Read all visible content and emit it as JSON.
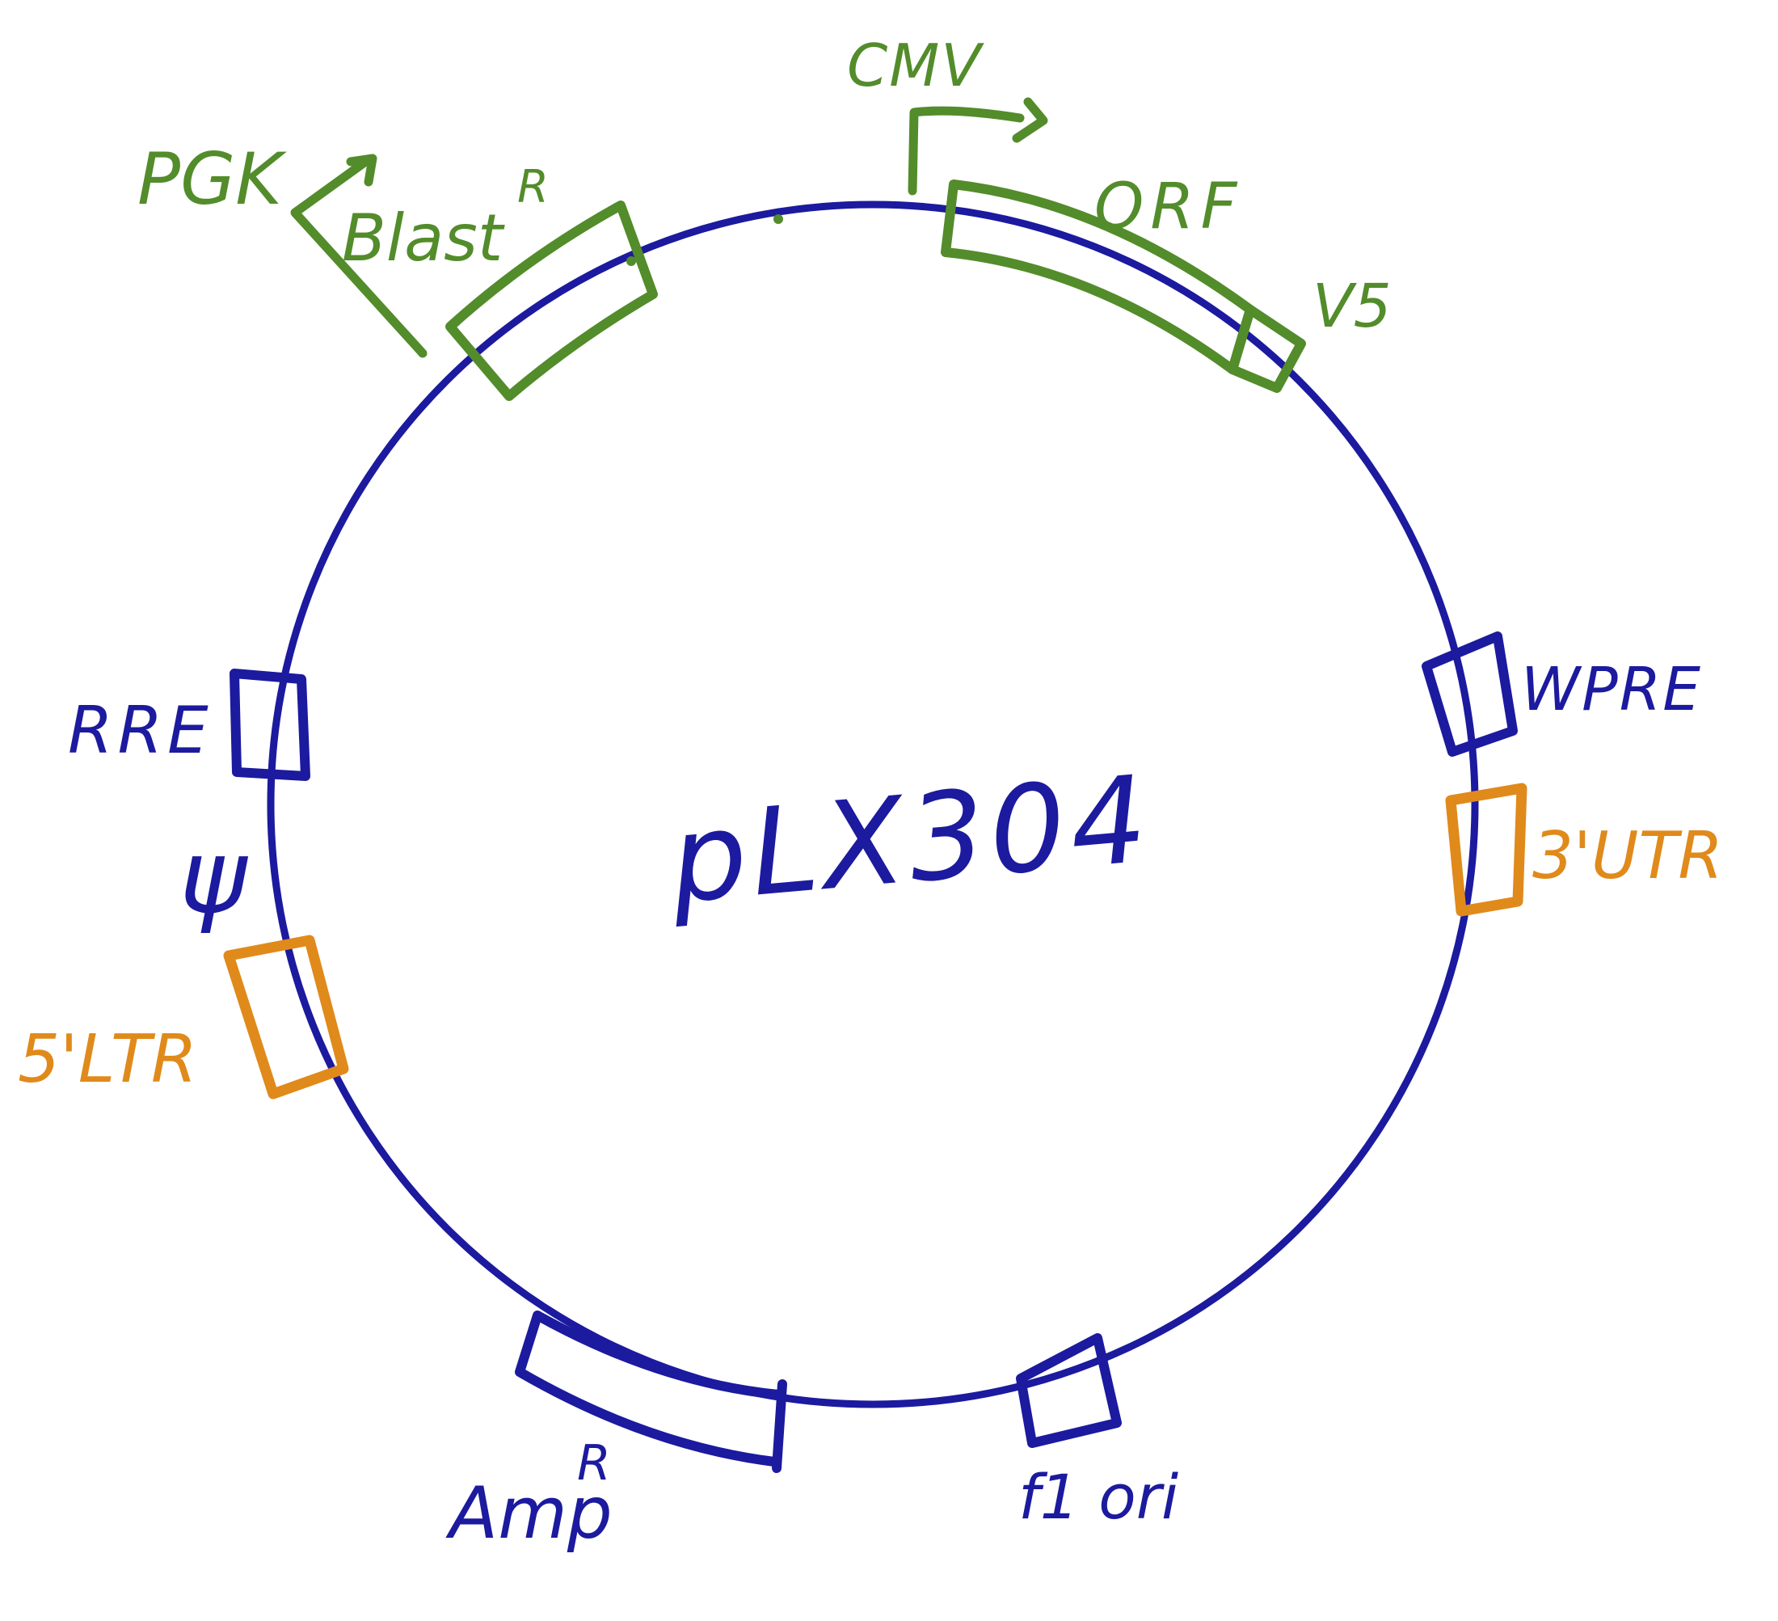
{
  "plasmid": {
    "name": "pLX304",
    "colors": {
      "backbone_blue": "#1c1a9e",
      "feature_green": "#538c2b",
      "feature_orange": "#e08a1b",
      "background": "#ffffff"
    },
    "features": {
      "cmv": {
        "label": "CMV",
        "kind": "promoter-arrow"
      },
      "orf": {
        "label": "ORF",
        "kind": "gene-box"
      },
      "v5": {
        "label": "V5",
        "kind": "tag-box"
      },
      "wpre": {
        "label": "WPRE",
        "kind": "element-box"
      },
      "utr3": {
        "label": "3'UTR",
        "kind": "element-box"
      },
      "f1ori": {
        "label": "f1 ori",
        "kind": "origin-box"
      },
      "amp": {
        "label": "Amp",
        "superscript": "R",
        "kind": "resistance-box"
      },
      "ltr5": {
        "label": "5'LTR",
        "kind": "element-box"
      },
      "psi": {
        "label": "ψ",
        "kind": "packaging-signal"
      },
      "rre": {
        "label": "RRE",
        "kind": "element-box"
      },
      "pgk": {
        "label": "PGK",
        "kind": "promoter-arrow"
      },
      "blast": {
        "label": "Blast",
        "superscript": "R",
        "kind": "resistance-box"
      }
    }
  }
}
